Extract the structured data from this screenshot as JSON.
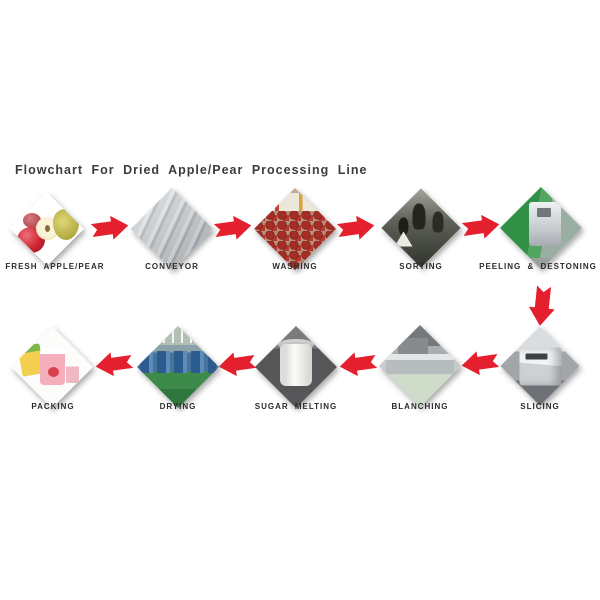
{
  "title": "Flowchart For Dried Apple/Pear Processing Line",
  "colors": {
    "arrow": "#e5202e",
    "title": "#3c3c3c",
    "label": "#2b2b2b",
    "background": "#ffffff"
  },
  "flowchart": {
    "steps": [
      {
        "label": "FRESH APPLE/PEAR",
        "photo": "fresh-apples-and-pears"
      },
      {
        "label": "CONVEYOR",
        "photo": "steel-conveyor-equipment"
      },
      {
        "label": "WASHING",
        "photo": "apples-in-washing-tank"
      },
      {
        "label": "SORTING",
        "photo": "workers-at-sorting-line"
      },
      {
        "label": "PEELING & DESTONING",
        "photo": "peeling-destoning-machine"
      },
      {
        "label": "SLICING",
        "photo": "stainless-slicing-machine"
      },
      {
        "label": "BLANCHING",
        "photo": "blanching-line"
      },
      {
        "label": "SUGAR MELTING",
        "photo": "sugar-melting-tank"
      },
      {
        "label": "DRYING",
        "photo": "drying-workshop"
      },
      {
        "label": "PACKING",
        "photo": "packed-product-pouches"
      }
    ],
    "arrow_directions": [
      "right",
      "right",
      "right",
      "right",
      "down",
      "left",
      "left",
      "left",
      "left"
    ]
  }
}
